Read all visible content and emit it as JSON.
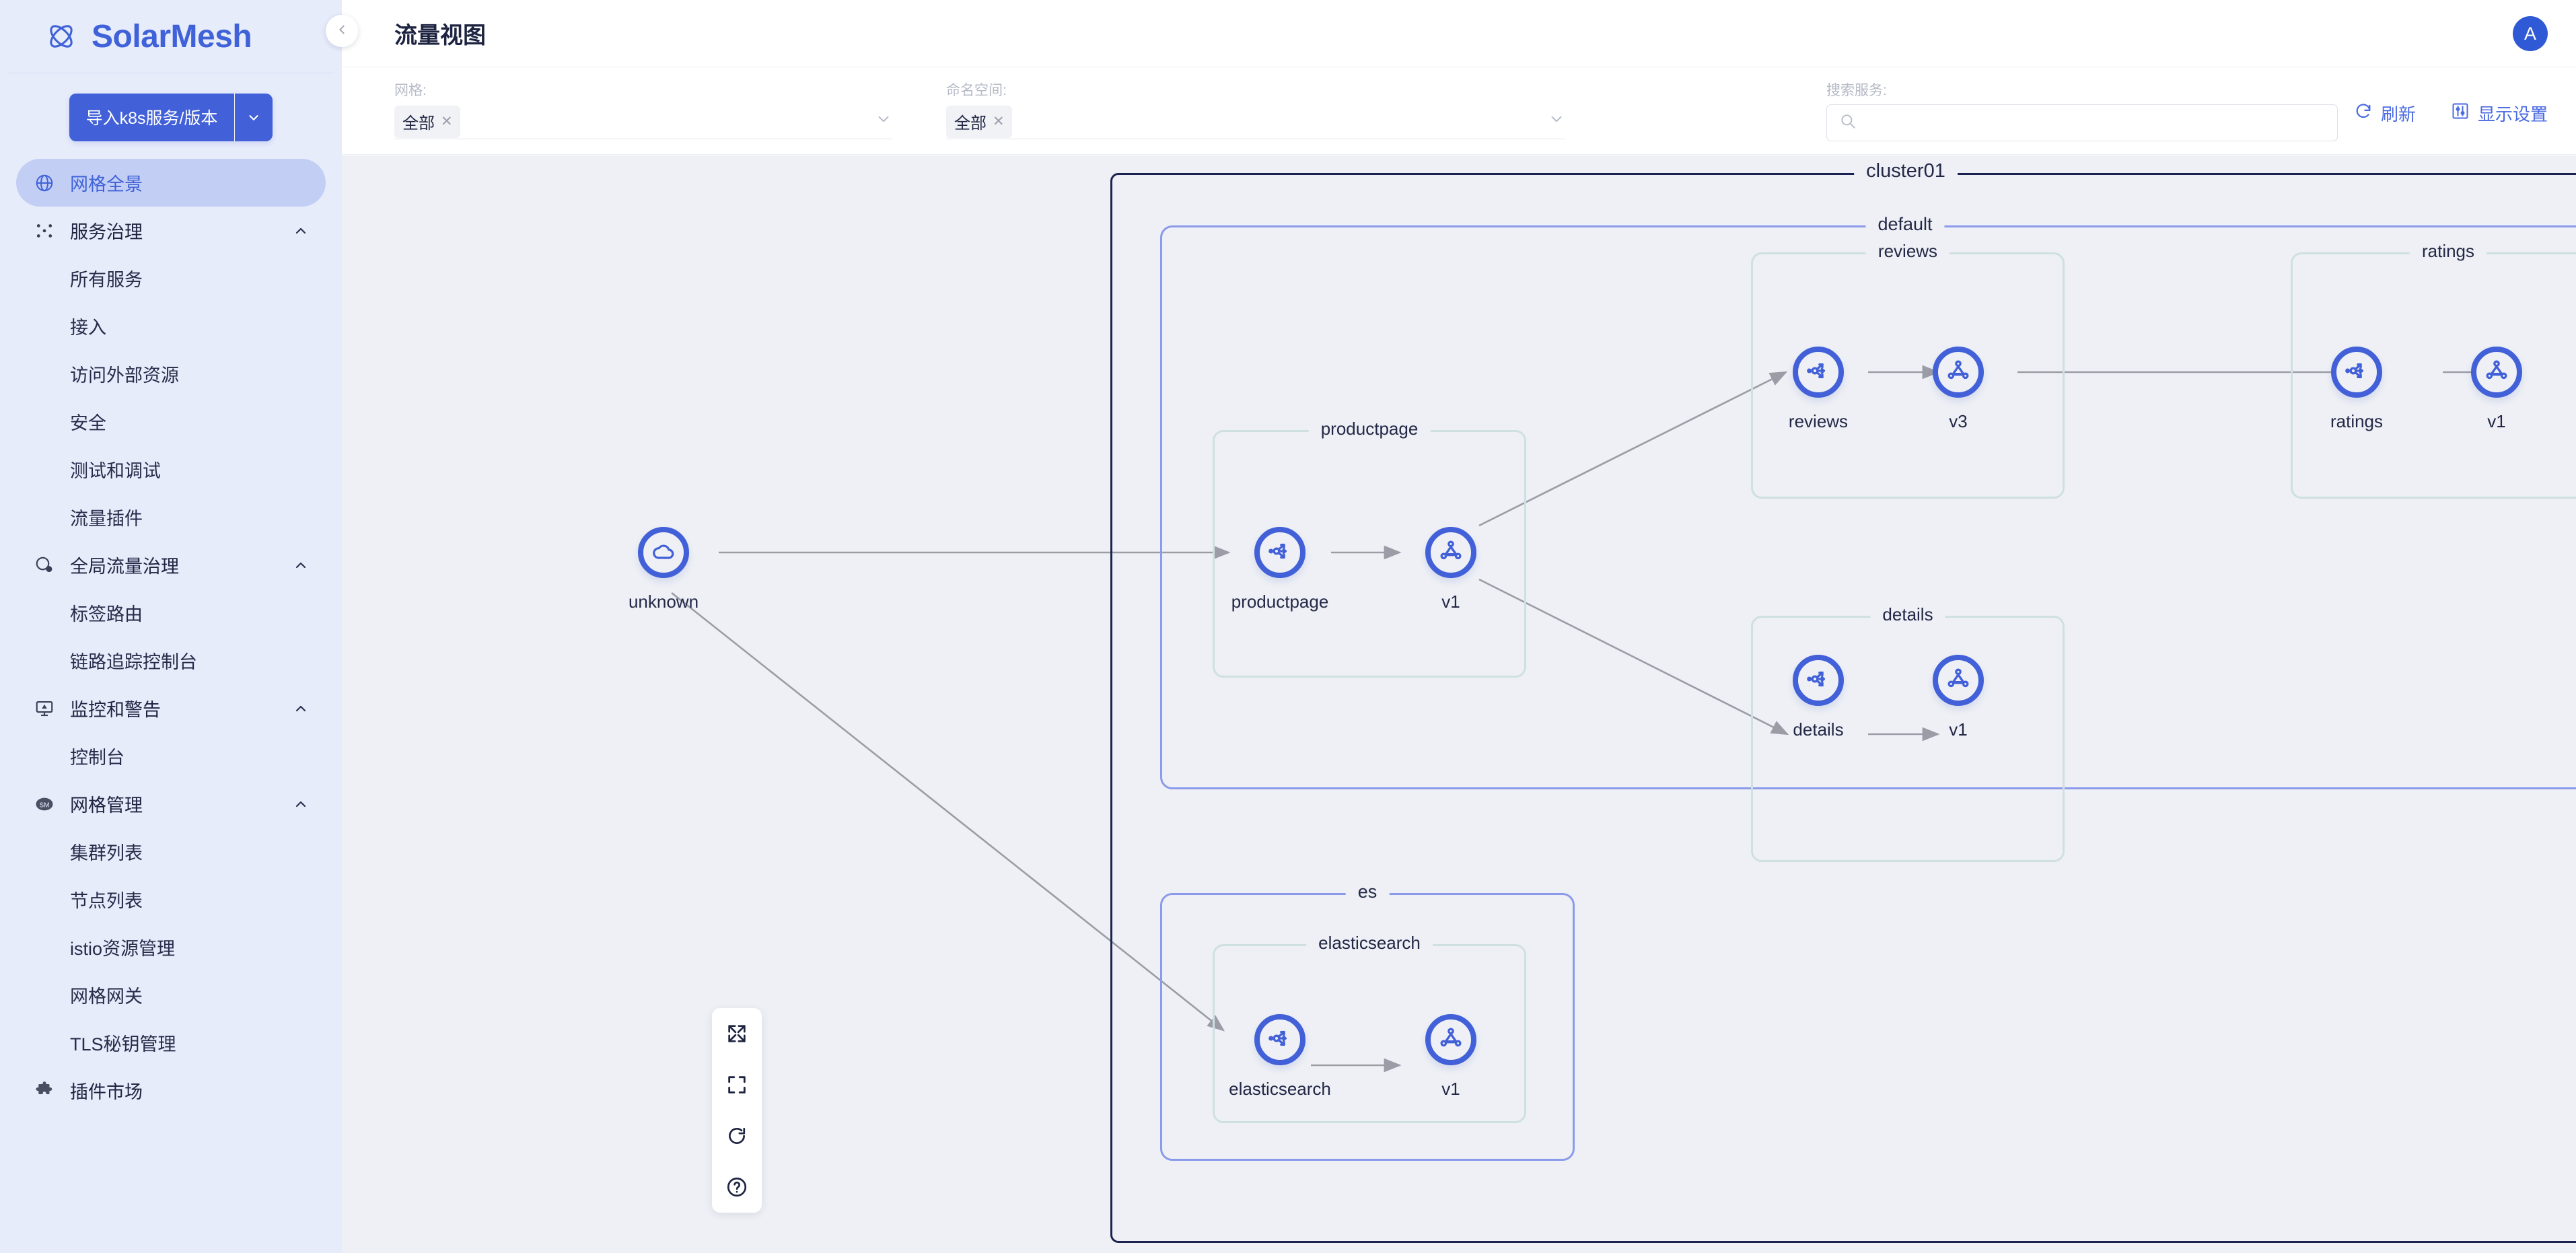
{
  "brand": {
    "name": "SolarMesh",
    "logo_icon": "solarmesh-atom-logo"
  },
  "sidebar": {
    "import_button": {
      "label": "导入k8s服务/版本",
      "caret_icon": "chevron-down-icon"
    },
    "items": [
      {
        "label": "网格全景",
        "icon": "globe-icon",
        "active": true,
        "type": "item"
      },
      {
        "label": "服务治理",
        "icon": "service-mesh-icon",
        "type": "group",
        "chevron": "chevron-up-icon"
      },
      {
        "label": "所有服务",
        "type": "sub"
      },
      {
        "label": "接入",
        "type": "sub"
      },
      {
        "label": "访问外部资源",
        "type": "sub"
      },
      {
        "label": "安全",
        "type": "sub"
      },
      {
        "label": "测试和调试",
        "type": "sub"
      },
      {
        "label": "流量插件",
        "type": "sub"
      },
      {
        "label": "全局流量治理",
        "icon": "global-traffic-icon",
        "type": "group",
        "chevron": "chevron-up-icon"
      },
      {
        "label": "标签路由",
        "type": "sub"
      },
      {
        "label": "链路追踪控制台",
        "type": "sub"
      },
      {
        "label": "监控和警告",
        "icon": "monitor-alert-icon",
        "type": "group",
        "chevron": "chevron-up-icon"
      },
      {
        "label": "控制台",
        "type": "sub"
      },
      {
        "label": "网格管理",
        "icon": "sm-badge-icon",
        "type": "group",
        "chevron": "chevron-up-icon"
      },
      {
        "label": "集群列表",
        "type": "sub"
      },
      {
        "label": "节点列表",
        "type": "sub"
      },
      {
        "label": "istio资源管理",
        "type": "sub"
      },
      {
        "label": "网格网关",
        "type": "sub"
      },
      {
        "label": "TLS秘钥管理",
        "type": "sub"
      },
      {
        "label": "插件市场",
        "icon": "puzzle-icon",
        "type": "item"
      }
    ]
  },
  "header": {
    "title": "流量视图",
    "collapse_icon": "chevron-left-icon",
    "avatar_initial": "A"
  },
  "toolbar": {
    "mesh_filter": {
      "label": "网格:",
      "value": "全部",
      "clear_icon": "close-icon",
      "caret_icon": "chevron-down-icon"
    },
    "namespace_filter": {
      "label": "命名空间:",
      "value": "全部",
      "clear_icon": "close-icon",
      "caret_icon": "chevron-down-icon"
    },
    "search": {
      "label": "搜索服务:",
      "value": "",
      "placeholder": "",
      "icon": "search-icon"
    },
    "refresh": {
      "label": "刷新",
      "icon": "refresh-icon"
    },
    "display_settings": {
      "label": "显示设置",
      "icon": "sliders-icon"
    }
  },
  "float_toolbar": {
    "buttons": [
      {
        "name": "expand-icon"
      },
      {
        "name": "fit-screen-icon"
      },
      {
        "name": "reload-icon"
      },
      {
        "name": "help-icon"
      }
    ]
  },
  "colors": {
    "brand": "#3f62d8",
    "accent": "#4260d8",
    "canvas_bg": "#eef0f5",
    "sidebar_bg": "#e7ecfb",
    "cluster_border": "#1b2251",
    "namespace_border": "#8b9aea",
    "service_border": "#cfe0e2",
    "edge": "#8d8f99"
  },
  "graph": {
    "clusters": [
      {
        "label": "cluster01"
      }
    ],
    "namespaces": [
      {
        "label": "default"
      },
      {
        "label": "es"
      }
    ],
    "services": [
      {
        "label": "productpage"
      },
      {
        "label": "reviews"
      },
      {
        "label": "ratings"
      },
      {
        "label": "details"
      },
      {
        "label": "elasticsearch"
      }
    ],
    "nodes": [
      {
        "id": "unknown",
        "label": "unknown",
        "icon": "cloud-icon"
      },
      {
        "id": "productpage",
        "label": "productpage",
        "icon": "service-router-icon"
      },
      {
        "id": "productpage-v1",
        "label": "v1",
        "icon": "workload-icon"
      },
      {
        "id": "reviews",
        "label": "reviews",
        "icon": "service-router-icon"
      },
      {
        "id": "reviews-v3",
        "label": "v3",
        "icon": "workload-icon"
      },
      {
        "id": "ratings",
        "label": "ratings",
        "icon": "service-router-icon"
      },
      {
        "id": "ratings-v1",
        "label": "v1",
        "icon": "workload-icon"
      },
      {
        "id": "details",
        "label": "details",
        "icon": "service-router-icon"
      },
      {
        "id": "details-v1",
        "label": "v1",
        "icon": "workload-icon"
      },
      {
        "id": "elasticsearch",
        "label": "elasticsearch",
        "icon": "service-router-icon"
      },
      {
        "id": "elasticsearch-v1",
        "label": "v1",
        "icon": "workload-icon"
      }
    ],
    "edges": [
      {
        "from": "unknown",
        "to": "productpage"
      },
      {
        "from": "productpage",
        "to": "productpage-v1"
      },
      {
        "from": "productpage-v1",
        "to": "reviews"
      },
      {
        "from": "productpage-v1",
        "to": "details"
      },
      {
        "from": "reviews",
        "to": "reviews-v3"
      },
      {
        "from": "reviews-v3",
        "to": "ratings"
      },
      {
        "from": "ratings",
        "to": "ratings-v1"
      },
      {
        "from": "details",
        "to": "details-v1"
      },
      {
        "from": "unknown",
        "to": "elasticsearch"
      },
      {
        "from": "elasticsearch",
        "to": "elasticsearch-v1"
      }
    ]
  }
}
